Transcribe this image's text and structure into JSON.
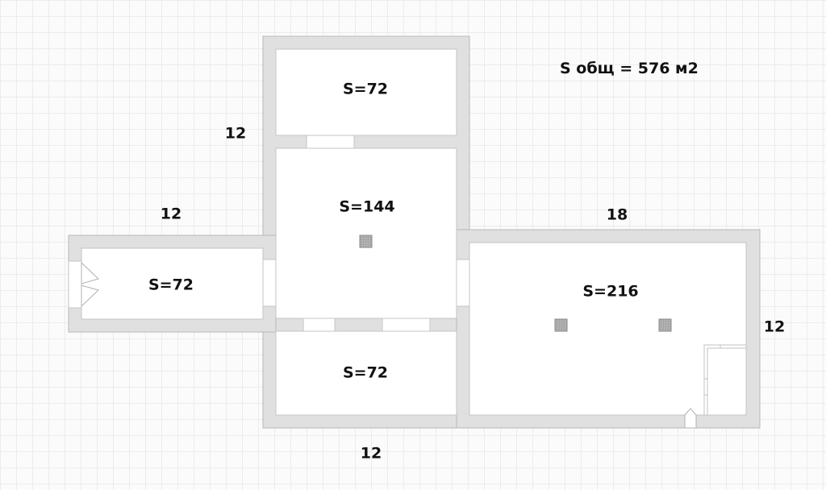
{
  "plan": {
    "total_area": "S общ = 576 м2",
    "rooms": [
      {
        "area": "S=72"
      },
      {
        "area": "S=144"
      },
      {
        "area": "S=72"
      },
      {
        "area": "S=72"
      },
      {
        "area": "S=216"
      }
    ],
    "dimensions": [
      {
        "value": "12"
      },
      {
        "value": "12"
      },
      {
        "value": "18"
      },
      {
        "value": "12"
      },
      {
        "value": "12"
      }
    ],
    "colors": {
      "wall": "#e0e0e0",
      "wall_edge": "#b8b8b8",
      "room": "#ffffff",
      "column": "#a6a6a6",
      "text": "#111111"
    }
  }
}
